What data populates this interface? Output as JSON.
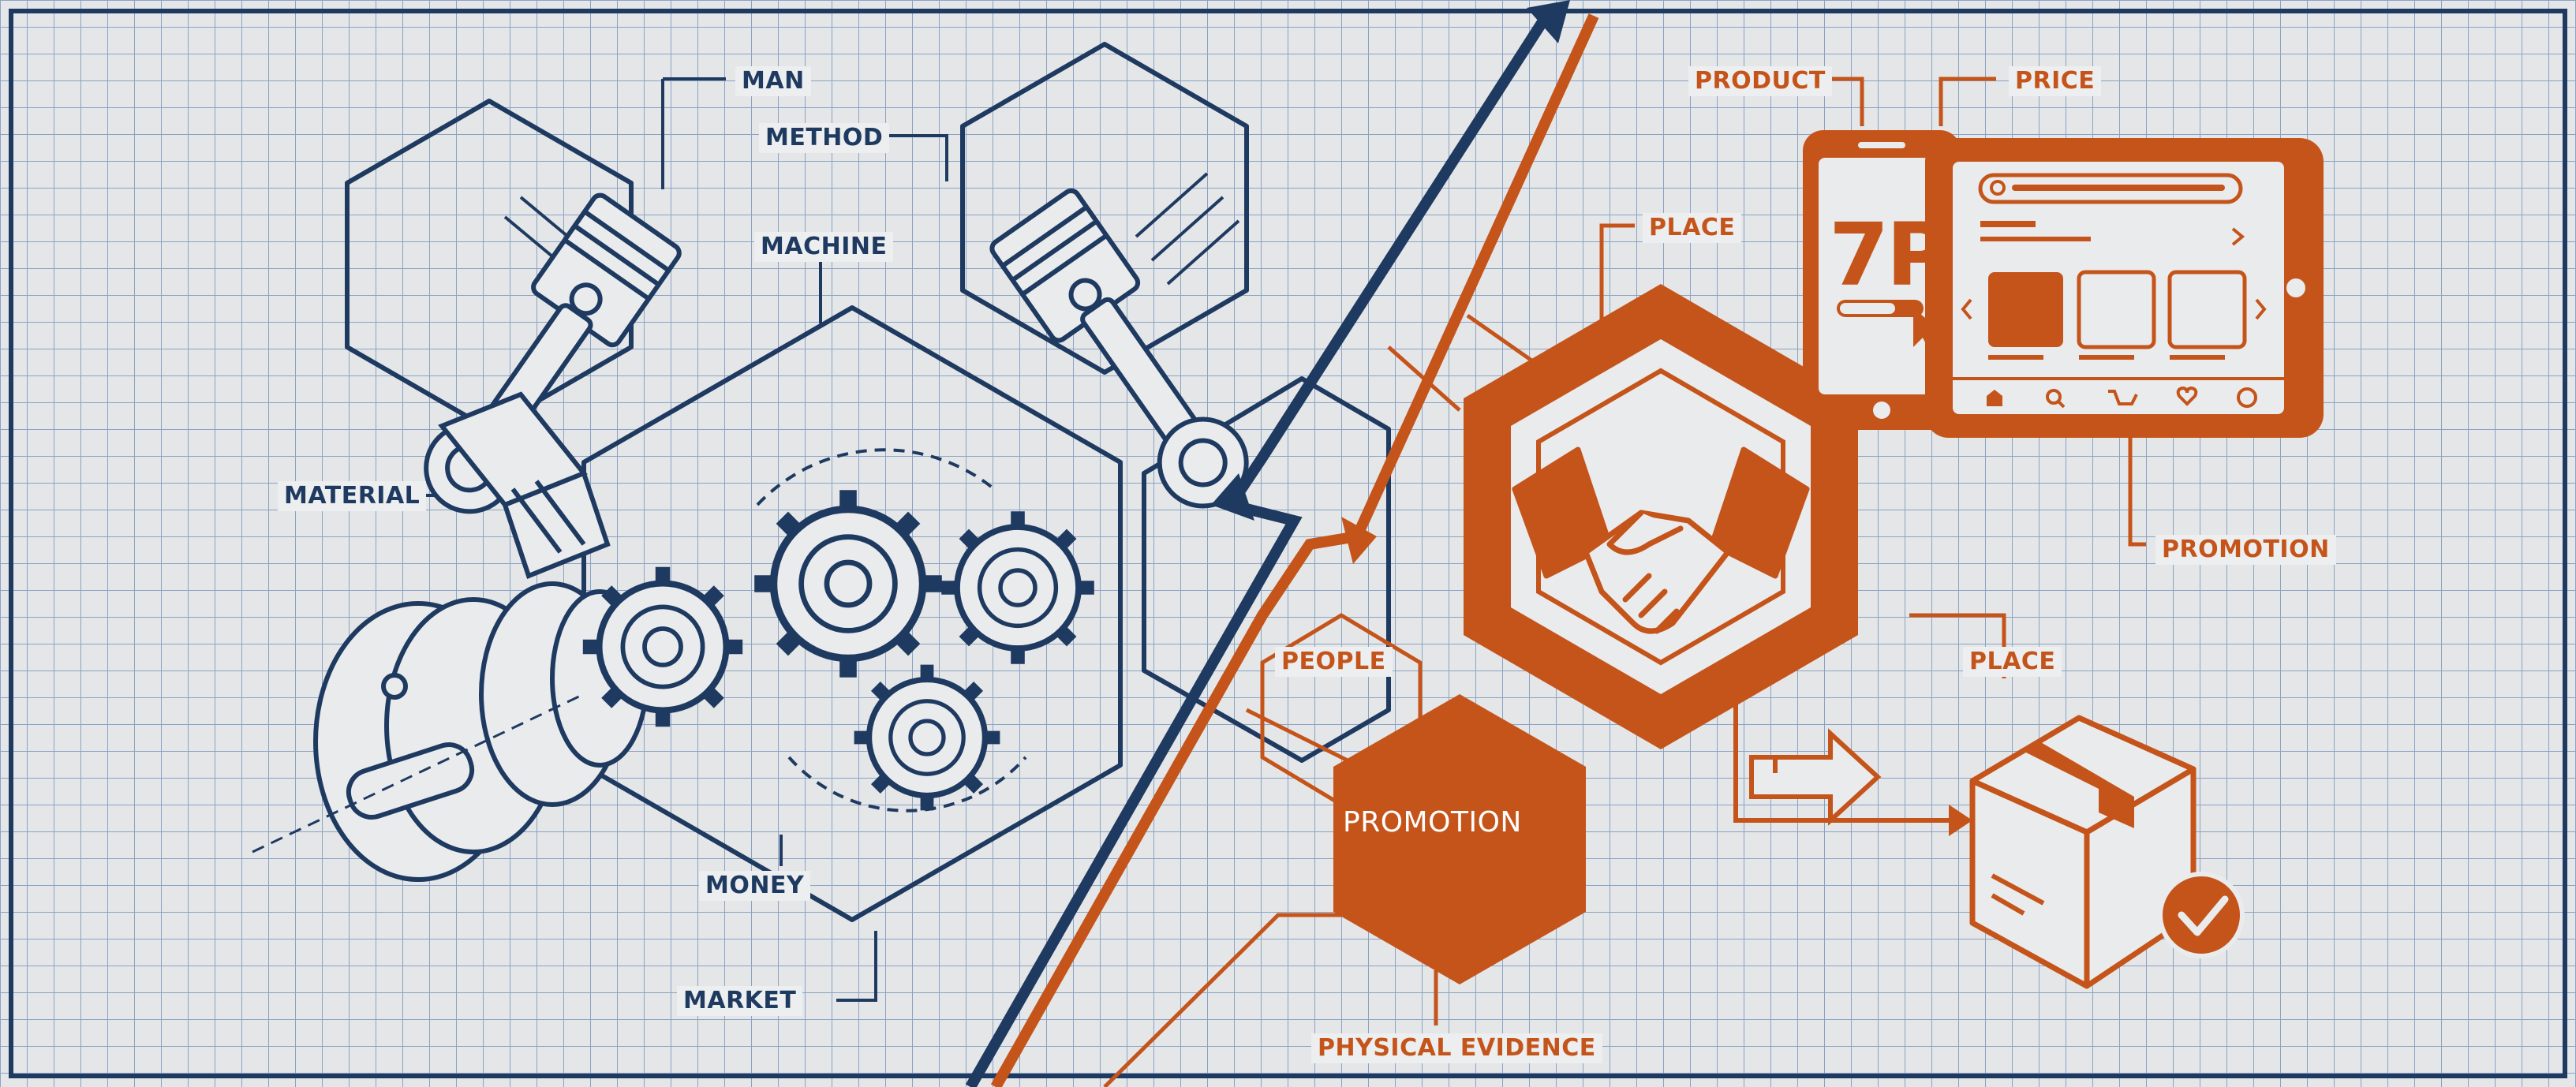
{
  "left_labels": {
    "man": "MAN",
    "method": "METHOD",
    "machine": "MACHINE",
    "material": "MATERIAL",
    "money": "MONEY",
    "market": "MARKET"
  },
  "right_labels": {
    "product": "PRODUCT",
    "price": "PRICE",
    "place_top": "PLACE",
    "promotion_right": "PROMOTION",
    "people": "PEOPLE",
    "place_mid": "PLACE",
    "promotion_center": "PROMOTION",
    "physical_evidence": "PHYSICAL EVIDENCE"
  },
  "logo_text": "7P",
  "icons": [
    "piston-icon",
    "gear-icon",
    "crankshaft-icon",
    "handshake-icon",
    "smartphone-icon",
    "tablet-icon",
    "search-icon",
    "home-icon",
    "cart-icon",
    "heart-icon",
    "user-icon",
    "package-icon",
    "checkmark-icon",
    "cursor-icon"
  ],
  "colors": {
    "navy": "#1f3a60",
    "rust": "#c5541a",
    "paper": "#e4e6e8",
    "grid": "#8aa3c4"
  }
}
